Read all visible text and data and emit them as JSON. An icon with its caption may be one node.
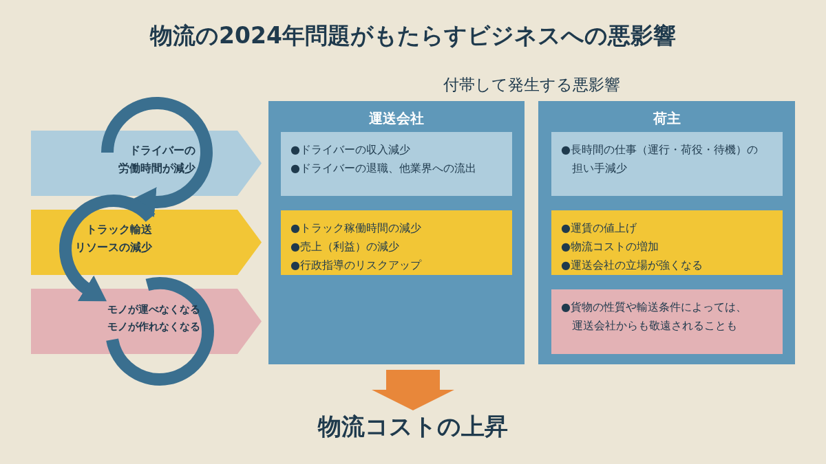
{
  "diagram": {
    "title": "物流の2024年問題がもたらすビジネスへの悪影響",
    "nodes": [
      {
        "text": [
          "ドライバーの労働時間が減少"
        ]
      },
      {
        "text": [
          "トラック輸送リソースの減少"
        ]
      },
      {
        "text": [
          "モノが運べなくなる",
          "モノが作れなくなる"
        ]
      },
      {
        "text": [
          "運送会社"
        ]
      },
      {
        "text": [
          "●ドライバーの収入減少",
          "●ドライバーの退職、他業界への流出"
        ],
        "in": 3
      },
      {
        "text": [
          "●トラック稼働時間の減少",
          "●売上（利益）の減少",
          "●行政指導のリスクアップ"
        ],
        "in": 3
      },
      {
        "text": [
          "荷主"
        ]
      },
      {
        "text": [
          "●長時間の仕事（運行・荷役・待機）の担い手減少"
        ],
        "in": 6
      },
      {
        "text": [
          "●運賃の値上げ",
          "●物流コストの増加",
          "●運送会社の立場が強くなる"
        ],
        "in": 6
      },
      {
        "text": [
          "●貨物の性質や輸送条件によっては、運送会社からも敬遠されることも"
        ],
        "in": 6
      },
      {
        "text": [
          "物流コストの上昇"
        ]
      }
    ],
    "edges": [
      {
        "from": 0,
        "to": 1,
        "arrow": "to"
      },
      {
        "from": 1,
        "to": 2,
        "arrow": "to"
      },
      {
        "from": 3,
        "to": 10,
        "arrow": "to",
        "style": "thick",
        "color": "#e8873a"
      }
    ],
    "labels": [
      "付帯して発生する悪影響"
    ]
  }
}
